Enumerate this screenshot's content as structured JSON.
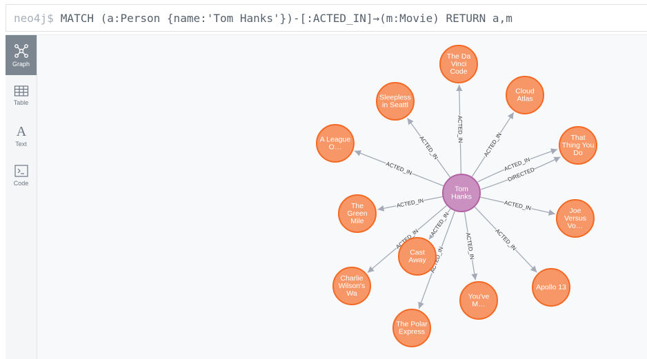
{
  "query_bar": {
    "prompt": "neo4j$",
    "query": "MATCH (a:Person {name:'Tom Hanks'})-[:ACTED_IN]→(m:Movie) RETURN a,m"
  },
  "sidebar": {
    "items": [
      {
        "label": "Graph",
        "icon": "graph-icon",
        "active": true
      },
      {
        "label": "Table",
        "icon": "table-icon",
        "active": false
      },
      {
        "label": "Text",
        "icon": "text-icon",
        "active": false
      },
      {
        "label": "Code",
        "icon": "code-icon",
        "active": false
      }
    ]
  },
  "colors": {
    "person_fill": "#c990c0",
    "person_stroke": "#b261a5",
    "movie_fill": "#f79767",
    "movie_stroke": "#f36924",
    "relationship": "#a5abb6"
  },
  "graph": {
    "center": {
      "id": "tom",
      "lines": [
        "Tom",
        "Hanks"
      ]
    },
    "nodes": [
      {
        "id": "davinci",
        "lines": [
          "The Da",
          "Vinci",
          "Code"
        ]
      },
      {
        "id": "sleepless",
        "lines": [
          "Sleepless",
          "in Seattl"
        ]
      },
      {
        "id": "cloud",
        "lines": [
          "Cloud",
          "Atlas"
        ]
      },
      {
        "id": "league",
        "lines": [
          "A League",
          "O…"
        ]
      },
      {
        "id": "thatthing",
        "lines": [
          "That",
          "Thing You",
          "Do"
        ]
      },
      {
        "id": "greenmile",
        "lines": [
          "The",
          "Green",
          "Mile"
        ]
      },
      {
        "id": "joe",
        "lines": [
          "Joe",
          "Versus",
          "Vo…"
        ]
      },
      {
        "id": "castaway",
        "lines": [
          "Cast",
          "Away"
        ]
      },
      {
        "id": "charlie",
        "lines": [
          "Charlie",
          "Wilson's",
          "Wa"
        ]
      },
      {
        "id": "youve",
        "lines": [
          "You've",
          "M…"
        ]
      },
      {
        "id": "apollo",
        "lines": [
          "Apollo 13"
        ]
      },
      {
        "id": "polar",
        "lines": [
          "The Polar",
          "Express"
        ]
      }
    ],
    "relationships": [
      {
        "to": "davinci",
        "type": "ACTED_IN"
      },
      {
        "to": "sleepless",
        "type": "ACTED_IN"
      },
      {
        "to": "cloud",
        "type": "ACTED_IN"
      },
      {
        "to": "league",
        "type": "ACTED_IN"
      },
      {
        "to": "thatthing",
        "type": "ACTED_IN"
      },
      {
        "to": "thatthing",
        "type": "DIRECTED"
      },
      {
        "to": "greenmile",
        "type": "ACTED_IN"
      },
      {
        "to": "joe",
        "type": "ACTED_IN"
      },
      {
        "to": "castaway",
        "type": "ACTED_IN"
      },
      {
        "to": "charlie",
        "type": "ACTED_IN"
      },
      {
        "to": "youve",
        "type": "ACTED_IN"
      },
      {
        "to": "apollo",
        "type": "ACTED_IN"
      },
      {
        "to": "polar",
        "type": "ACTED_IN"
      }
    ]
  }
}
